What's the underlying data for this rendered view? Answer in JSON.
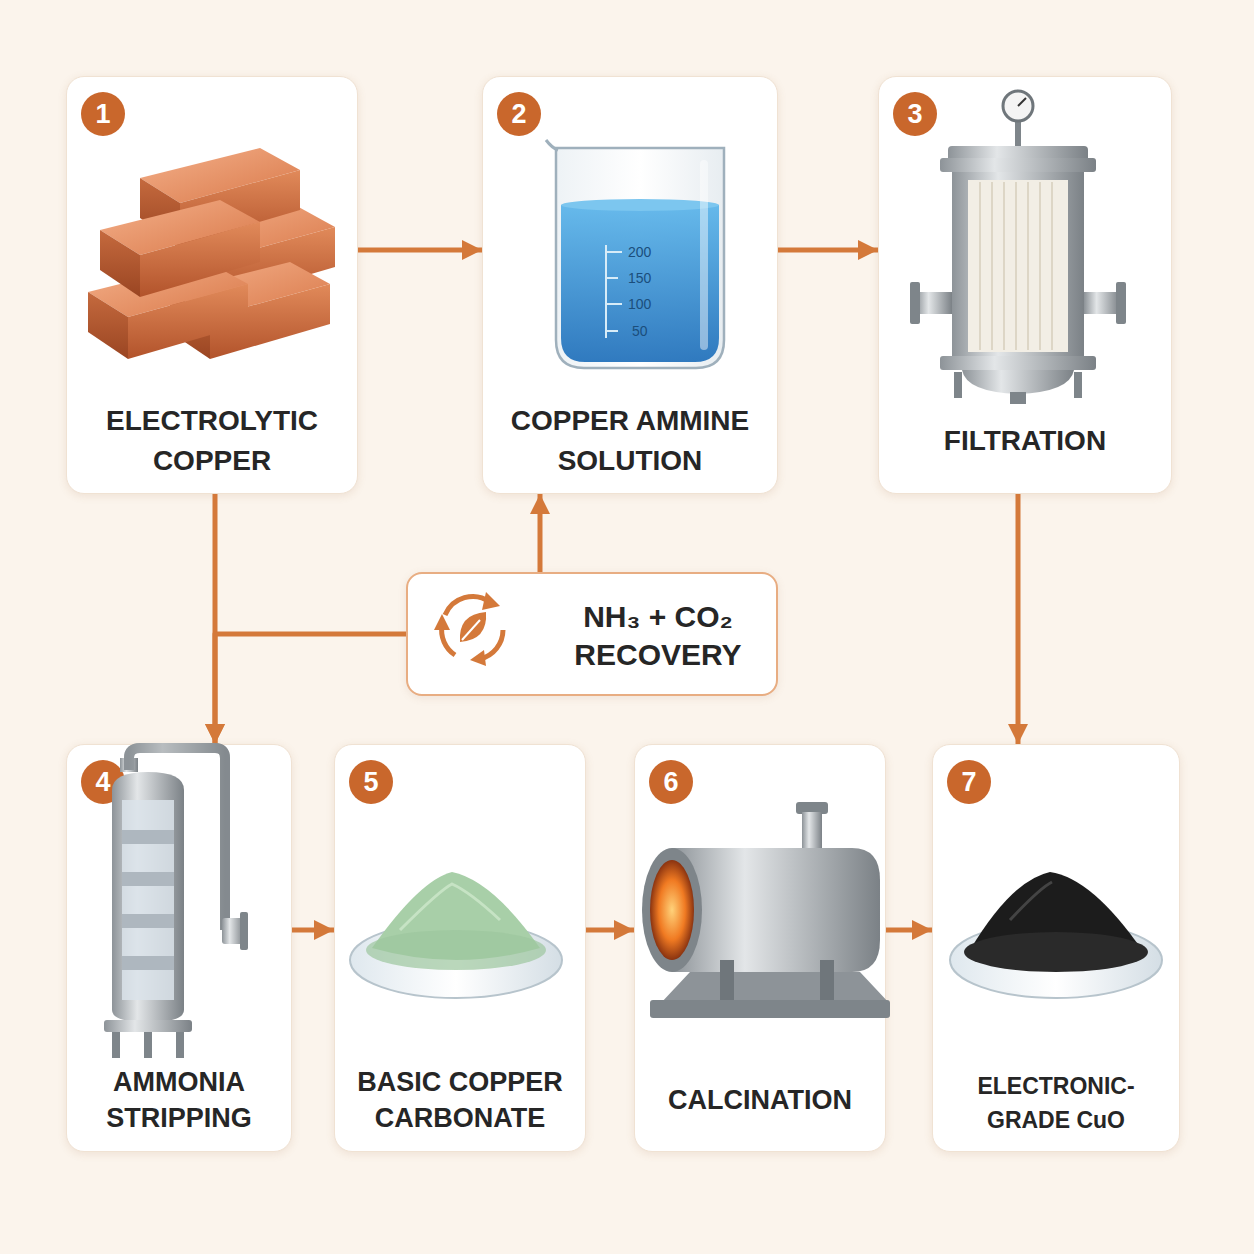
{
  "diagram": {
    "nodes": [
      {
        "text": [
          "1",
          "ELECTROLYTIC COPPER"
        ]
      },
      {
        "text": [
          "2",
          "COPPER AMMINE SOLUTION"
        ]
      },
      {
        "text": [
          "3",
          "FILTRATION"
        ]
      },
      {
        "text": [
          "NH₃ + CO₂ RECOVERY"
        ]
      },
      {
        "text": [
          "4",
          "AMMONIA STRIPPING"
        ]
      },
      {
        "text": [
          "5",
          "BASIC COPPER CARBONATE"
        ]
      },
      {
        "text": [
          "6",
          "CALCINATION"
        ]
      },
      {
        "text": [
          "7",
          "ELECTRONIC-GRADE CuO"
        ]
      }
    ],
    "edges": [
      {
        "from": 0,
        "to": 1,
        "arrow": "to"
      },
      {
        "from": 1,
        "to": 2,
        "arrow": "to"
      },
      {
        "from": 3,
        "to": 1,
        "arrow": "to"
      },
      {
        "from": 0,
        "to": 4,
        "arrow": "to"
      },
      {
        "from": 3,
        "to": 4,
        "arrow": "to"
      },
      {
        "from": 2,
        "to": 7,
        "arrow": "to"
      },
      {
        "from": 4,
        "to": 5,
        "arrow": "to"
      },
      {
        "from": 5,
        "to": 6,
        "arrow": "to"
      },
      {
        "from": 6,
        "to": 7,
        "arrow": "to"
      }
    ],
    "labels": [
      "200",
      "150",
      "100",
      "50"
    ]
  }
}
